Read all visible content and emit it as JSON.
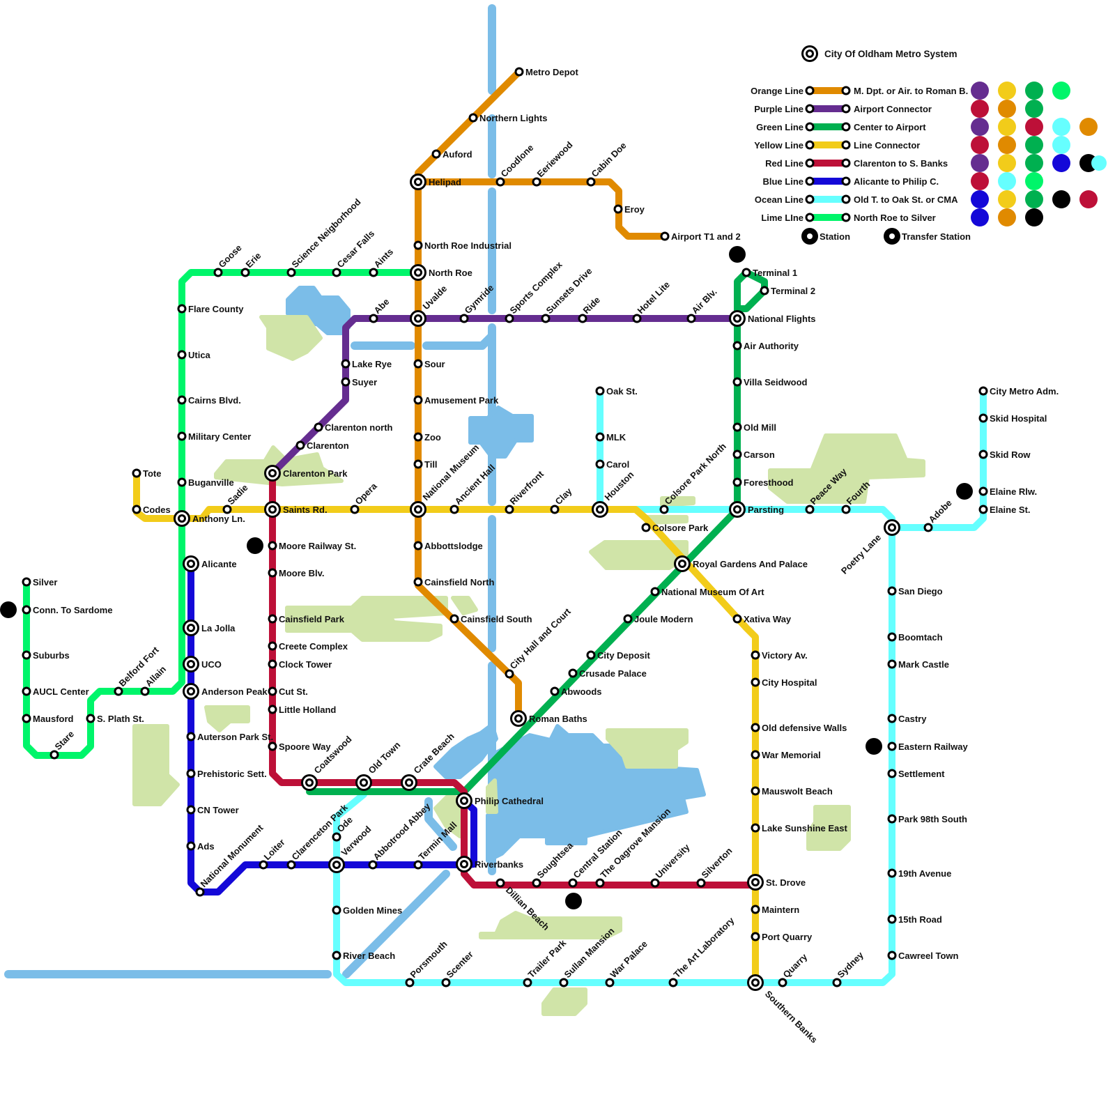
{
  "title": "City Of Oldham Metro System",
  "colors": {
    "orange": "#e08a00",
    "purple": "#652d90",
    "green": "#00b050",
    "yellow": "#f2cc1a",
    "red": "#bd1038",
    "blue": "#1408d8",
    "ocean": "#66ffff",
    "lime": "#00f56a",
    "water": "#7bbde8",
    "park": "#d0e4a8",
    "black": "#000000"
  },
  "legend": {
    "lines": [
      {
        "name": "Orange Line",
        "description": "M. Dpt. or Air. to Roman B.",
        "color": "#e08a00"
      },
      {
        "name": "Purple Line",
        "description": "Airport Connector",
        "color": "#652d90"
      },
      {
        "name": "Green Line",
        "description": "Center to Airport",
        "color": "#00b050"
      },
      {
        "name": "Yellow Line",
        "description": "Line Connector",
        "color": "#f2cc1a"
      },
      {
        "name": "Red Line",
        "description": "Clarenton to S. Banks",
        "color": "#bd1038"
      },
      {
        "name": "Blue Line",
        "description": "Alicante to Philip C.",
        "color": "#1408d8"
      },
      {
        "name": "Ocean Line",
        "description": "Old T. to Oak St. or CMA",
        "color": "#66ffff"
      },
      {
        "name": "Lime LIne",
        "description": "North Roe to Silver",
        "color": "#00f56a"
      }
    ],
    "station_label": "Station",
    "transfer_label": "Transfer Station",
    "color_grid": [
      [
        "purple",
        "yellow",
        "green",
        "lime"
      ],
      [
        "red",
        "orange",
        "green"
      ],
      [
        "purple",
        "yellow",
        "red",
        "ocean",
        "orange"
      ],
      [
        "red",
        "orange",
        "green",
        "ocean"
      ],
      [
        "purple",
        "yellow",
        "green",
        "blue",
        "black"
      ],
      [
        "red",
        "ocean",
        "lime"
      ],
      [
        "blue",
        "yellow",
        "green",
        "black",
        "red"
      ],
      [
        "blue",
        "orange",
        "black"
      ]
    ]
  },
  "stations": [
    {
      "name": "Metro Depot"
    },
    {
      "name": "Northern Lights"
    },
    {
      "name": "Auford"
    },
    {
      "name": "Helipad",
      "transfer": true
    },
    {
      "name": "Coodlone"
    },
    {
      "name": "Eeriewood"
    },
    {
      "name": "Cabin Doe"
    },
    {
      "name": "Eroy"
    },
    {
      "name": "Airport T1 and 2"
    },
    {
      "name": "North Roe Industrial"
    },
    {
      "name": "North Roe",
      "transfer": true
    },
    {
      "name": "Uvalde",
      "transfer": true
    },
    {
      "name": "Sour"
    },
    {
      "name": "Amusement Park"
    },
    {
      "name": "Zoo"
    },
    {
      "name": "Till"
    },
    {
      "name": "National Museum",
      "transfer": true
    },
    {
      "name": "Abbottslodge"
    },
    {
      "name": "Cainsfield North"
    },
    {
      "name": "Cainsfield South"
    },
    {
      "name": "City Hall and Court"
    },
    {
      "name": "Roman Baths",
      "transfer": true
    },
    {
      "name": "Clarenton Park",
      "transfer": true
    },
    {
      "name": "Clarenton"
    },
    {
      "name": "Clarenton north"
    },
    {
      "name": "Suyer"
    },
    {
      "name": "Lake Rye"
    },
    {
      "name": "Abe"
    },
    {
      "name": "Gymride"
    },
    {
      "name": "Sports Complex"
    },
    {
      "name": "Sunsets Drive"
    },
    {
      "name": "Ride"
    },
    {
      "name": "Hotel Lite"
    },
    {
      "name": "Air Blv."
    },
    {
      "name": "National Flights",
      "transfer": true
    },
    {
      "name": "Terminal 1"
    },
    {
      "name": "Terminal 2"
    },
    {
      "name": "Air Authority"
    },
    {
      "name": "Villa Seidwood"
    },
    {
      "name": "Old Mill"
    },
    {
      "name": "Carson"
    },
    {
      "name": "Foresthood"
    },
    {
      "name": "Parsting",
      "transfer": true
    },
    {
      "name": "Royal Gardens And Palace",
      "transfer": true
    },
    {
      "name": "National Museum Of Art"
    },
    {
      "name": "Joule Modern"
    },
    {
      "name": "City Deposit"
    },
    {
      "name": "Crusade Palace"
    },
    {
      "name": "Abwoods"
    },
    {
      "name": "Philip Cathedral",
      "transfer": true
    },
    {
      "name": "Crate Beach",
      "transfer": true
    },
    {
      "name": "Old Town",
      "transfer": true
    },
    {
      "name": "Coatswood",
      "transfer": true
    },
    {
      "name": "Tote"
    },
    {
      "name": "Codes"
    },
    {
      "name": "Anthony Ln.",
      "transfer": true
    },
    {
      "name": "Sadie"
    },
    {
      "name": "Saints Rd.",
      "transfer": true
    },
    {
      "name": "Opera"
    },
    {
      "name": "Ancient Hall"
    },
    {
      "name": "Riverfront"
    },
    {
      "name": "Clay"
    },
    {
      "name": "Houston",
      "transfer": true
    },
    {
      "name": "Colsore Park"
    },
    {
      "name": "Xativa Way"
    },
    {
      "name": "Victory Av."
    },
    {
      "name": "City Hospital"
    },
    {
      "name": "Old defensive Walls"
    },
    {
      "name": "War Memorial"
    },
    {
      "name": "Mauswolt Beach"
    },
    {
      "name": "Lake Sunshine East"
    },
    {
      "name": "St. Drove",
      "transfer": true
    },
    {
      "name": "Maintern"
    },
    {
      "name": "Port Quarry"
    },
    {
      "name": "Southern Banks",
      "transfer": true
    },
    {
      "name": "Moore Railway St."
    },
    {
      "name": "Moore Blv."
    },
    {
      "name": "Cainsfield Park"
    },
    {
      "name": "Creete Complex"
    },
    {
      "name": "Clock Tower"
    },
    {
      "name": "Cut St."
    },
    {
      "name": "Little Holland"
    },
    {
      "name": "Spoore Way"
    },
    {
      "name": "Riverbanks",
      "transfer": true
    },
    {
      "name": "Dillian Beach"
    },
    {
      "name": "Soughtsea"
    },
    {
      "name": "Central Station"
    },
    {
      "name": "The Oagrove Mansion"
    },
    {
      "name": "University"
    },
    {
      "name": "Silverton"
    },
    {
      "name": "Alicante",
      "transfer": true
    },
    {
      "name": "La Jolla",
      "transfer": true
    },
    {
      "name": "UCO",
      "transfer": true
    },
    {
      "name": "Anderson Peak",
      "transfer": true
    },
    {
      "name": "Auterson Park St."
    },
    {
      "name": "Prehistoric Sett."
    },
    {
      "name": "CN Tower"
    },
    {
      "name": "Ads"
    },
    {
      "name": "National Monument"
    },
    {
      "name": "Loiter"
    },
    {
      "name": "Clarenceton Park"
    },
    {
      "name": "Verwood",
      "transfer": true
    },
    {
      "name": "Abbotrood Abbey"
    },
    {
      "name": "Termin Mall"
    },
    {
      "name": "Silver"
    },
    {
      "name": "Conn. To Sardome"
    },
    {
      "name": "Suburbs"
    },
    {
      "name": "AUCL Center"
    },
    {
      "name": "Mausford"
    },
    {
      "name": "Stare"
    },
    {
      "name": "S. Plath St."
    },
    {
      "name": "Belford Fort"
    },
    {
      "name": "Allain"
    },
    {
      "name": "Flare County"
    },
    {
      "name": "Utica"
    },
    {
      "name": "Cairns Blvd."
    },
    {
      "name": "Military Center"
    },
    {
      "name": "Buganville"
    },
    {
      "name": "Goose"
    },
    {
      "name": "Erie"
    },
    {
      "name": "Science Neigborhood"
    },
    {
      "name": "Cesar Falls"
    },
    {
      "name": "Aints"
    },
    {
      "name": "Oak St."
    },
    {
      "name": "MLK"
    },
    {
      "name": "Carol"
    },
    {
      "name": "Colsore Park North"
    },
    {
      "name": "Peace Way"
    },
    {
      "name": "Fourth"
    },
    {
      "name": "Poetry Lane",
      "transfer": true
    },
    {
      "name": "Adobe"
    },
    {
      "name": "City Metro Adm."
    },
    {
      "name": "Skid Hospital"
    },
    {
      "name": "Skid Row"
    },
    {
      "name": "Elaine Rlw."
    },
    {
      "name": "Elaine St."
    },
    {
      "name": "San Diego"
    },
    {
      "name": "Boomtach"
    },
    {
      "name": "Mark Castle"
    },
    {
      "name": "Castry"
    },
    {
      "name": "Eastern Railway"
    },
    {
      "name": "Settlement"
    },
    {
      "name": "Park 98th South"
    },
    {
      "name": "19th Avenue"
    },
    {
      "name": "15th Road"
    },
    {
      "name": "Cawreel Town"
    },
    {
      "name": "Sydney"
    },
    {
      "name": "Quarry"
    },
    {
      "name": "The Art Laboratory"
    },
    {
      "name": "War Palace"
    },
    {
      "name": "Sullan Mansion"
    },
    {
      "name": "Trailer Park"
    },
    {
      "name": "Scenter"
    },
    {
      "name": "Porsmouth"
    },
    {
      "name": "River Beach"
    },
    {
      "name": "Golden Mines"
    },
    {
      "name": "Ode"
    }
  ]
}
